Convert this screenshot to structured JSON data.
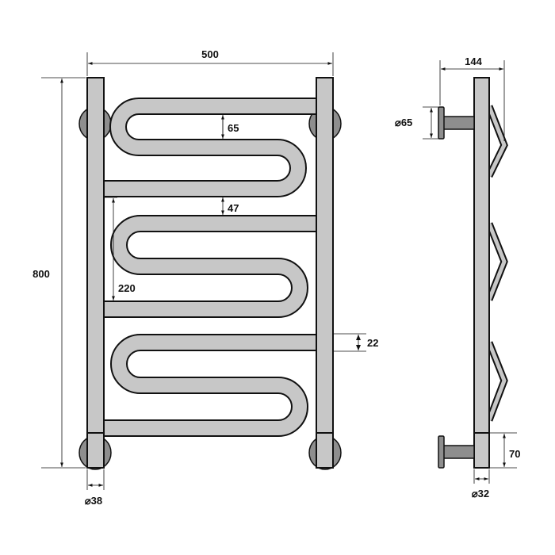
{
  "dimensions": {
    "overall_width": "500",
    "overall_height": "800",
    "upper_gap": "65",
    "middle_gap": "47",
    "section_pitch": "220",
    "tube_diameter": "22",
    "post_diameter": "⌀38",
    "side_depth": "144",
    "bracket_diameter": "⌀65",
    "bracket_height": "70",
    "side_tube_diameter": "⌀32"
  },
  "colors": {
    "line": "#111111",
    "tube_fill": "#c7c7c7",
    "bracket_fill": "#8e8e8e",
    "background": "#ffffff"
  }
}
